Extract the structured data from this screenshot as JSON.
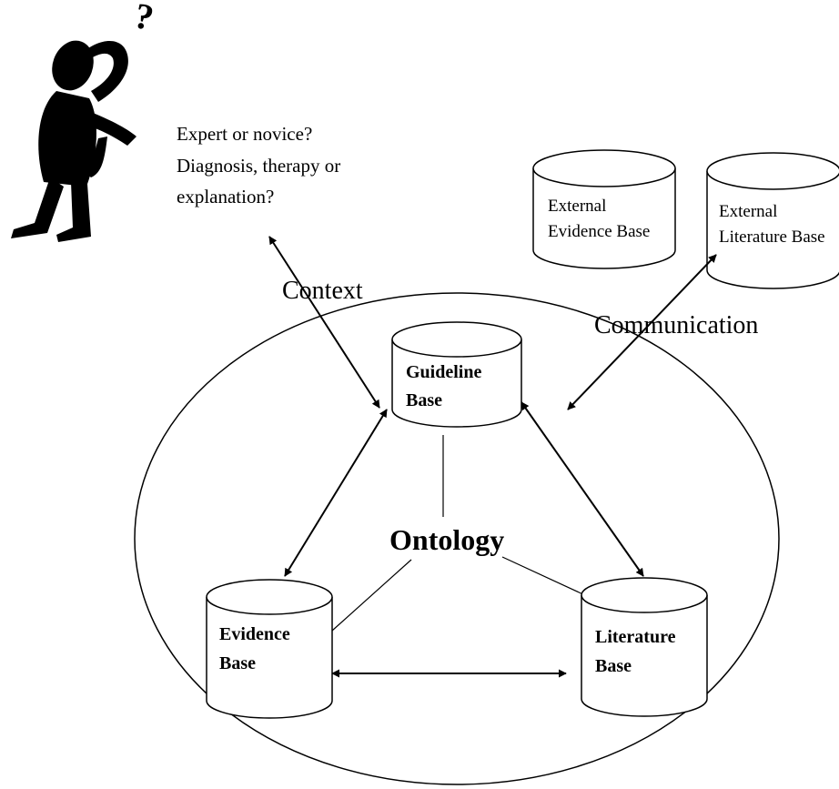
{
  "question": {
    "line1": "Expert or novice?",
    "line2": "Diagnosis, therapy or",
    "line3": "explanation?"
  },
  "labels": {
    "context": "Context",
    "communication": "Communication",
    "ontology": "Ontology"
  },
  "databases": {
    "guideline": {
      "line1": "Guideline",
      "line2": "Base"
    },
    "evidence": {
      "line1": "Evidence",
      "line2": "Base"
    },
    "literature": {
      "line1": "Literature",
      "line2": "Base"
    },
    "external_evidence": {
      "line1": "External",
      "line2": "Evidence Base"
    },
    "external_literature": {
      "line1": "External",
      "line2": "Literature Base"
    }
  },
  "figure": {
    "question_mark": "?"
  }
}
